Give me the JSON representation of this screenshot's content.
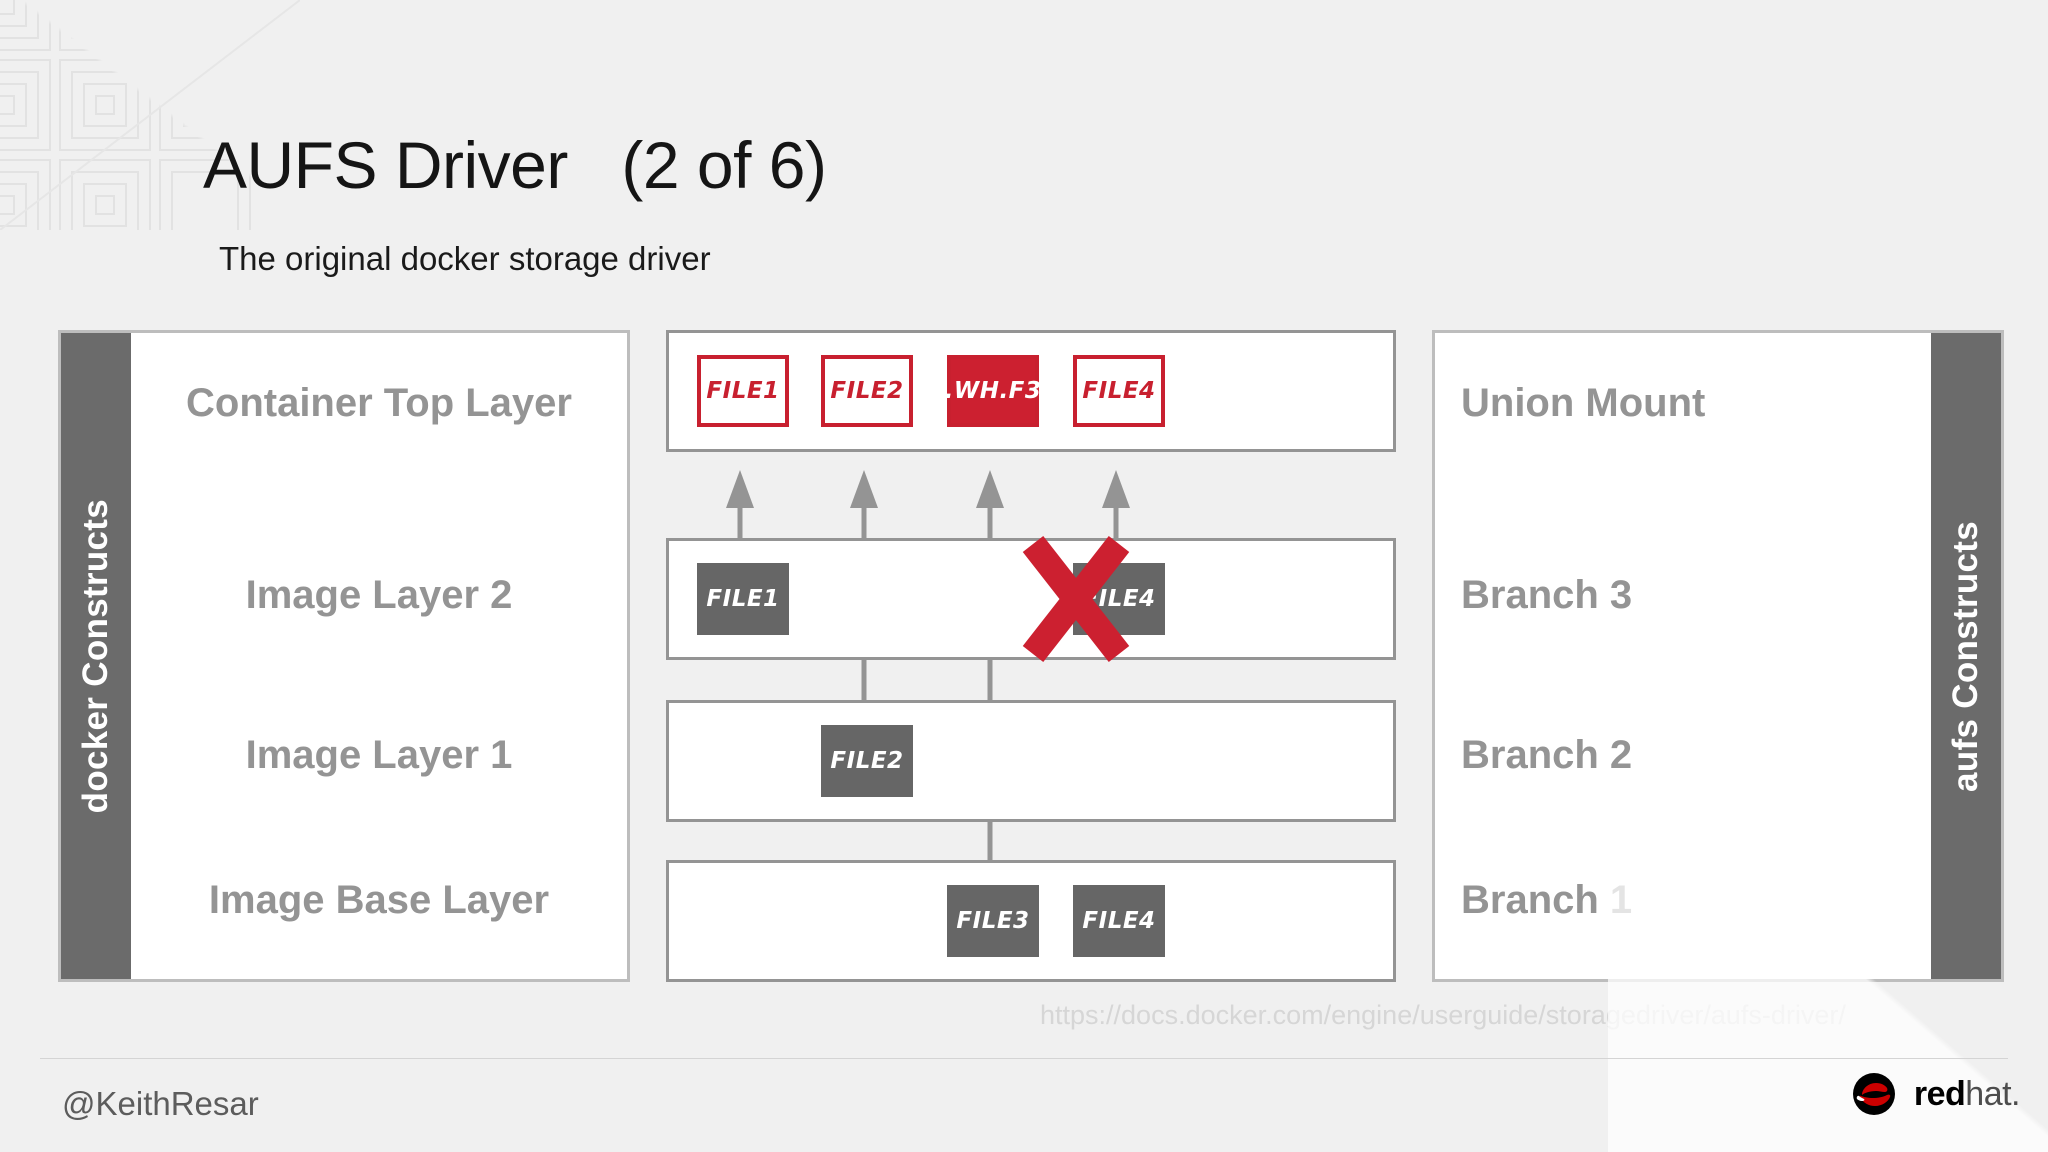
{
  "slide": {
    "title": "AUFS Driver   (2 of 6)",
    "subtitle": "The original docker storage driver",
    "source_url": "https://docs.docker.com/engine/userguide/storagedriver/aufs-driver/"
  },
  "colors": {
    "background": "#f0f0f0",
    "accent_red": "#cc2030",
    "chip_gray": "#666666",
    "sidebar_gray": "#6b6b6b",
    "label_gray": "#949494",
    "border_gray": "#949494"
  },
  "left_panel": {
    "sidebar_label": "docker Constructs",
    "layers": [
      {
        "label": "Container Top Layer"
      },
      {
        "label": "Image Layer 2"
      },
      {
        "label": "Image Layer 1"
      },
      {
        "label": "Image Base Layer"
      }
    ]
  },
  "right_panel": {
    "sidebar_label": "aufs Constructs",
    "layers": [
      {
        "label": "Union Mount"
      },
      {
        "label": "Branch 3"
      },
      {
        "label": "Branch 2"
      },
      {
        "label": "Branch 1"
      }
    ]
  },
  "diagram": {
    "layers": [
      {
        "name": "union-mount-layer",
        "files": [
          {
            "label": "FILE1",
            "style": "outline",
            "column": 1
          },
          {
            "label": "FILE2",
            "style": "outline",
            "column": 2
          },
          {
            "label": ".WH.F3",
            "style": "filled",
            "column": 3
          },
          {
            "label": "FILE4",
            "style": "outline",
            "column": 4
          }
        ]
      },
      {
        "name": "branch-3-layer",
        "files": [
          {
            "label": "FILE1",
            "style": "gray",
            "column": 1
          },
          {
            "label": "FILE4",
            "style": "gray",
            "column": 4
          }
        ],
        "deleted_marker": true
      },
      {
        "name": "branch-2-layer",
        "files": [
          {
            "label": "FILE2",
            "style": "gray",
            "column": 2
          }
        ]
      },
      {
        "name": "branch-1-layer",
        "files": [
          {
            "label": "FILE3",
            "style": "gray",
            "column": 3
          },
          {
            "label": "FILE4",
            "style": "gray",
            "column": 4
          }
        ]
      }
    ],
    "arrow_count": 4
  },
  "footer": {
    "handle": "@KeithResar",
    "logo_red": "red",
    "logo_hat": "hat."
  }
}
